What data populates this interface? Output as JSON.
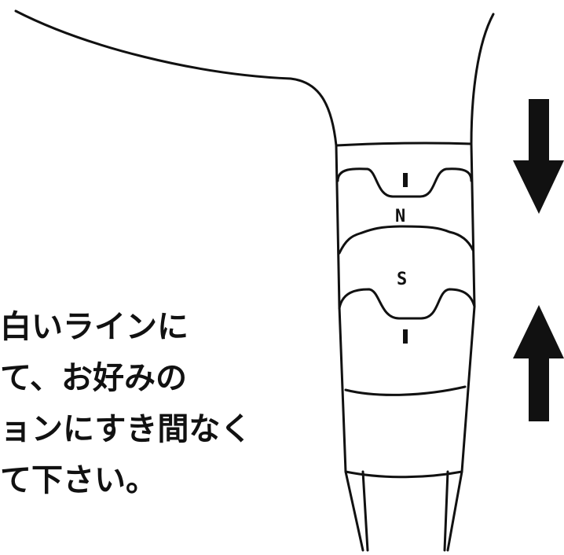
{
  "instruction": {
    "lines": [
      "白いラインに",
      "て、お好みの",
      "ョンにすき間なく",
      "て下さい。"
    ]
  },
  "markers": {
    "north": "N",
    "south": "S"
  },
  "colors": {
    "ink": "#111111",
    "background": "#ffffff"
  },
  "icons": {
    "down_arrow": "arrow-down-icon",
    "up_arrow": "arrow-up-icon"
  }
}
